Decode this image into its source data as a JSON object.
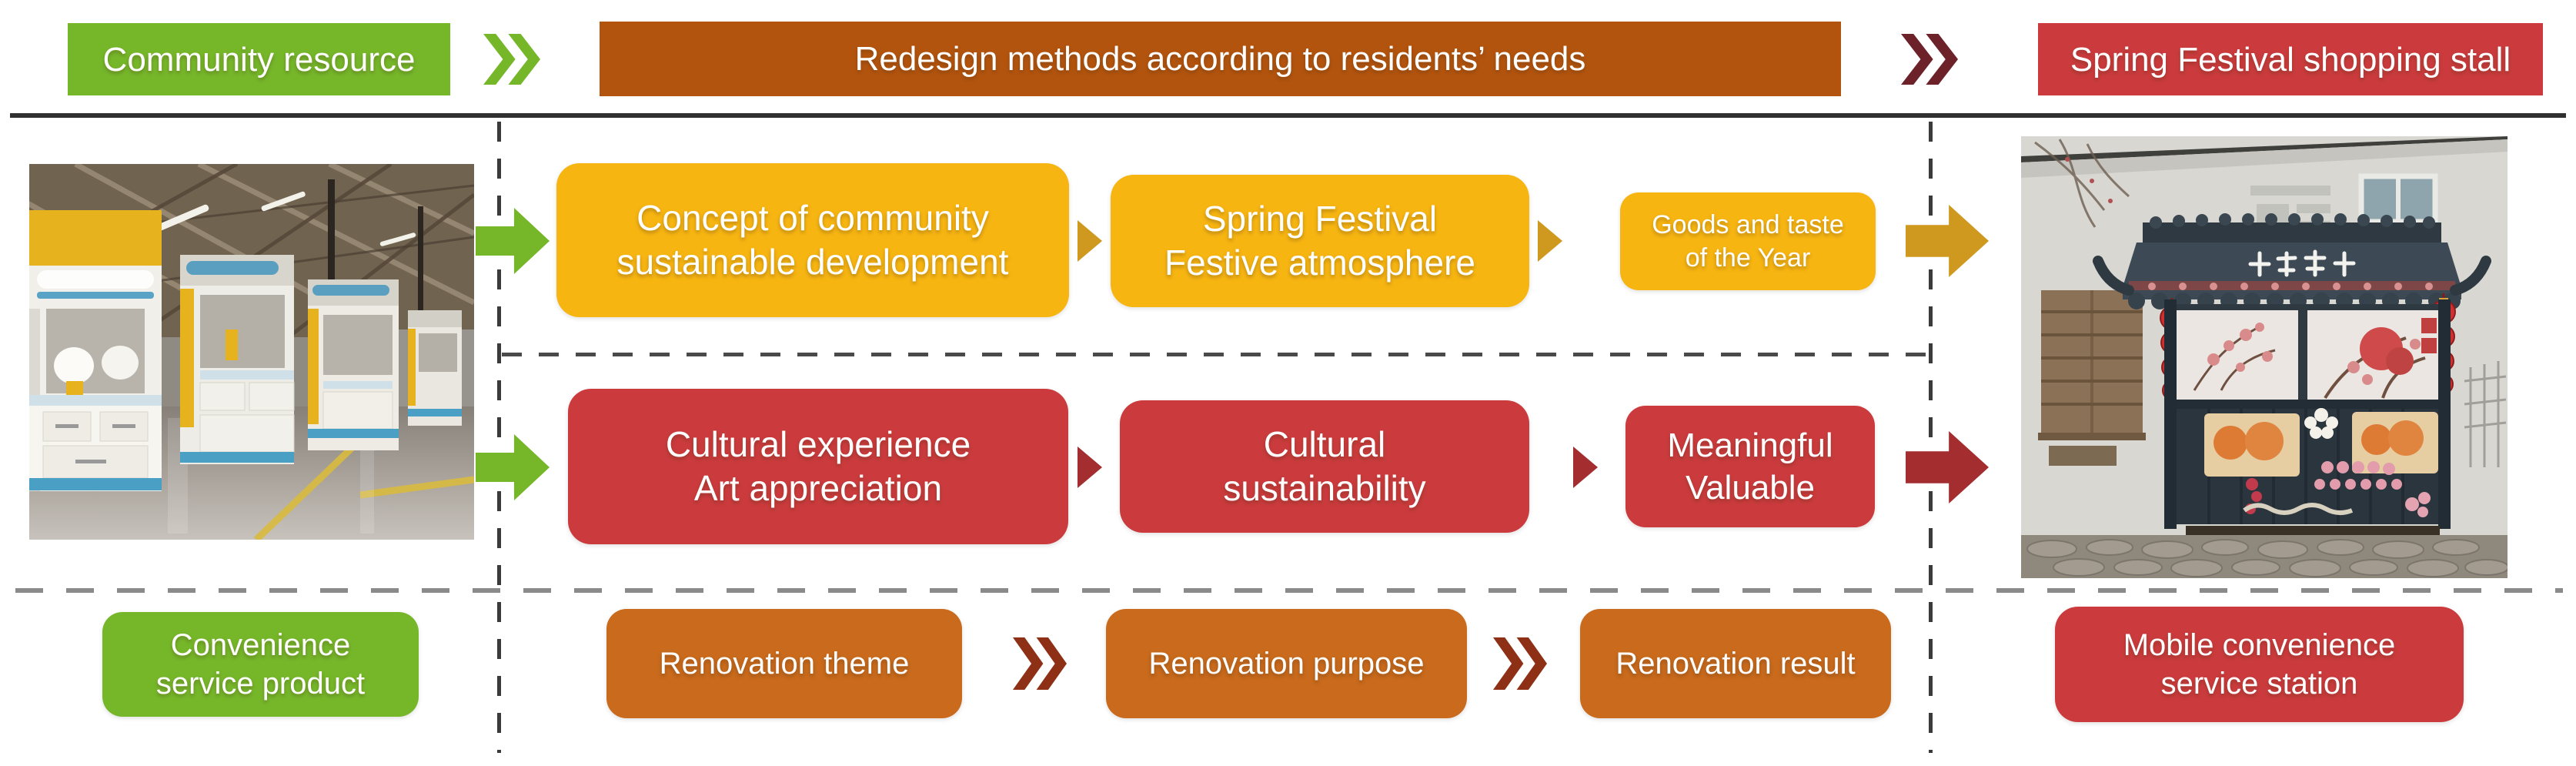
{
  "title_row": {
    "source_label": "Community resource",
    "process_label": "Redesign methods according to residents’ needs",
    "result_label": "Spring Festival shopping stall"
  },
  "needs_flow": {
    "step1": "Concept of community\nsustainable development",
    "step2": "Spring Festival\nFestive atmosphere",
    "step3": "Goods and taste\nof the Year"
  },
  "culture_flow": {
    "step1": "Cultural experience\nArt appreciation",
    "step2": "Cultural\nsustainability",
    "step3": "Meaningful\nValuable"
  },
  "renovation_row": {
    "source_label": "Convenience\nservice product",
    "step1": "Renovation theme",
    "step2": "Renovation purpose",
    "step3": "Renovation result",
    "result_label": "Mobile convenience\nservice station"
  },
  "photos": {
    "left_alt": "Indoor community workshop with white service machines",
    "right_alt": "Spring Festival decorated wooden stall in front of a white house"
  },
  "colors": {
    "green": "#76b72a",
    "dark_orange": "#b3540e",
    "red": "#cb3b3d",
    "yellow": "#f7b512",
    "gold": "#cf981e",
    "dark_red": "#a42d30",
    "maroon": "#6d2129",
    "rust": "#8e3015",
    "orange": "#c96a1c"
  }
}
